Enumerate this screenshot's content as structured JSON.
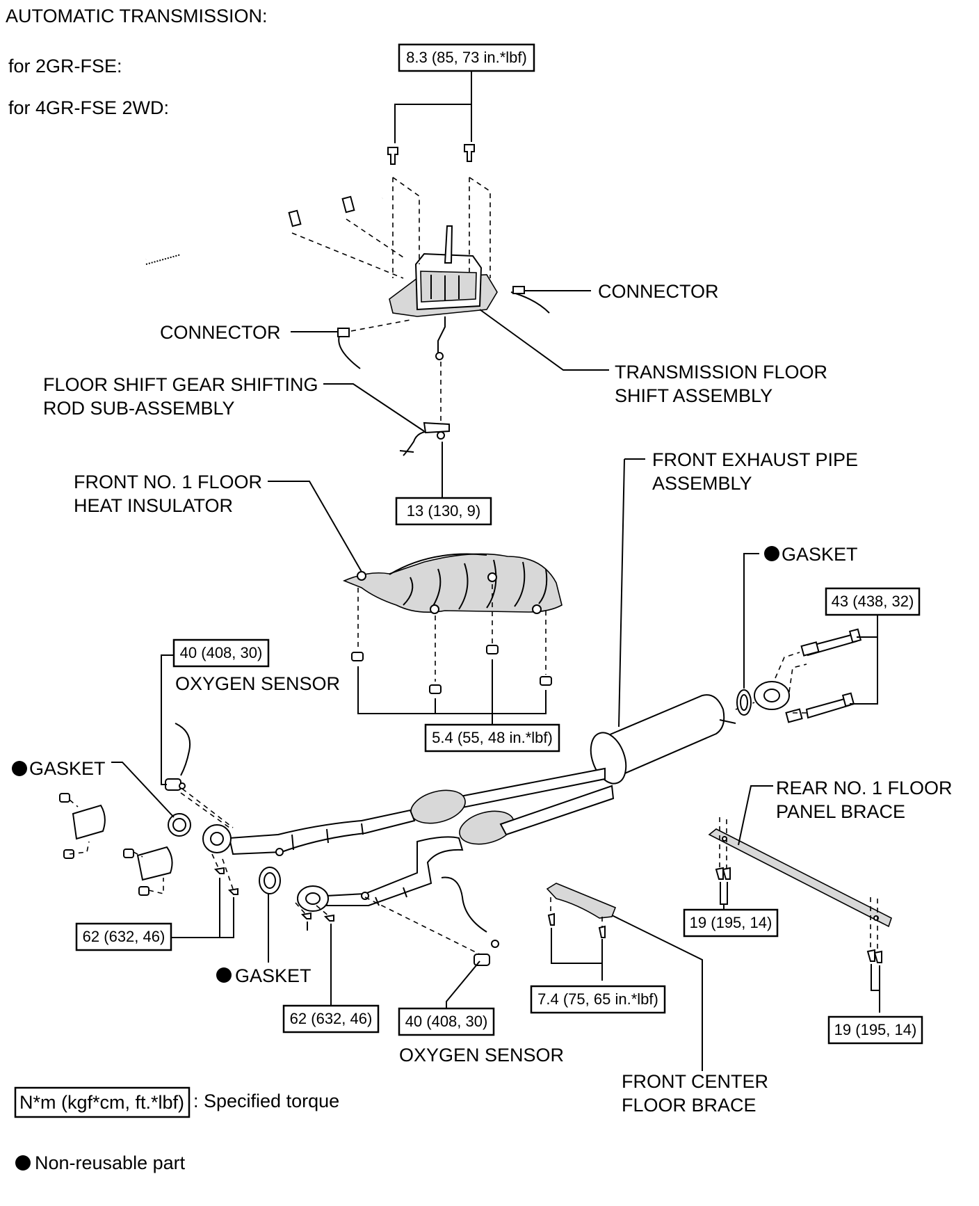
{
  "header": {
    "title": "AUTOMATIC TRANSMISSION:",
    "line1": "for 2GR-FSE:",
    "line2": "for 4GR-FSE 2WD:"
  },
  "labels": {
    "connector_right": "CONNECTOR",
    "connector_left": "CONNECTOR",
    "trans_floor_1": "TRANSMISSION FLOOR",
    "trans_floor_2": "SHIFT ASSEMBLY",
    "shift_rod_1": "FLOOR SHIFT GEAR SHIFTING",
    "shift_rod_2": "ROD SUB-ASSEMBLY",
    "insulator_1": "FRONT NO. 1 FLOOR",
    "insulator_2": "HEAT INSULATOR",
    "exhaust_1": "FRONT EXHAUST PIPE",
    "exhaust_2": "ASSEMBLY",
    "gasket_right": "GASKET",
    "gasket_left": "GASKET",
    "gasket_bottom": "GASKET",
    "oxygen_upper": "OXYGEN SENSOR",
    "oxygen_lower": "OXYGEN SENSOR",
    "rear_brace_1": "REAR NO. 1 FLOOR",
    "rear_brace_2": "PANEL BRACE",
    "center_brace_1": "FRONT CENTER",
    "center_brace_2": "FLOOR BRACE"
  },
  "torques": {
    "t_shift_bolts": "8.3 (85, 73 in.*lbf)",
    "t_rod_nut": "13 (130, 9)",
    "t_exhaust_flange": "43 (438, 32)",
    "t_o2_upper": "40 (408, 30)",
    "t_insulator": "5.4 (55, 48 in.*lbf)",
    "t_manifold_left": "62 (632, 46)",
    "t_manifold_right": "62 (632, 46)",
    "t_o2_lower": "40 (408, 30)",
    "t_center_brace": "7.4 (75, 65 in.*lbf)",
    "t_rear_brace_left": "19 (195, 14)",
    "t_rear_brace_right": "19 (195, 14)"
  },
  "legend": {
    "torque_unit": "N*m (kgf*cm, ft.*lbf)",
    "torque_desc": ": Specified torque",
    "nonreusable": "Non-reusable part"
  }
}
